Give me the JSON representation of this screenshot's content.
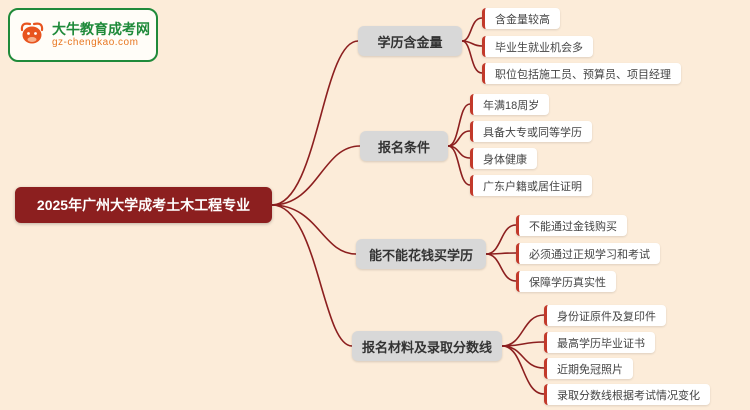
{
  "logo": {
    "title": "大牛教育成考网",
    "url": "gz-chengkao.com"
  },
  "root": {
    "label": "2025年广州大学成考土木工程专业"
  },
  "branches": [
    {
      "label": "学历含金量",
      "children": [
        "含金量较高",
        "毕业生就业机会多",
        "职位包括施工员、预算员、项目经理"
      ]
    },
    {
      "label": "报名条件",
      "children": [
        "年满18周岁",
        "具备大专或同等学历",
        "身体健康",
        "广东户籍或居住证明"
      ]
    },
    {
      "label": "能不能花钱买学历",
      "children": [
        "不能通过金钱购买",
        "必须通过正规学习和考试",
        "保障学历真实性"
      ]
    },
    {
      "label": "报名材料及录取分数线",
      "children": [
        "身份证原件及复印件",
        "最高学历毕业证书",
        "近期免冠照片",
        "录取分数线根据考试情况变化"
      ]
    }
  ],
  "colors": {
    "background": "#fcecd9",
    "root_bg": "#8c1f1f",
    "branch_bg": "#d8d8d8",
    "leaf_accent": "#c23a2b",
    "connector": "#8c1f1f",
    "logo_green": "#1f8a3a",
    "logo_orange": "#e87722"
  }
}
